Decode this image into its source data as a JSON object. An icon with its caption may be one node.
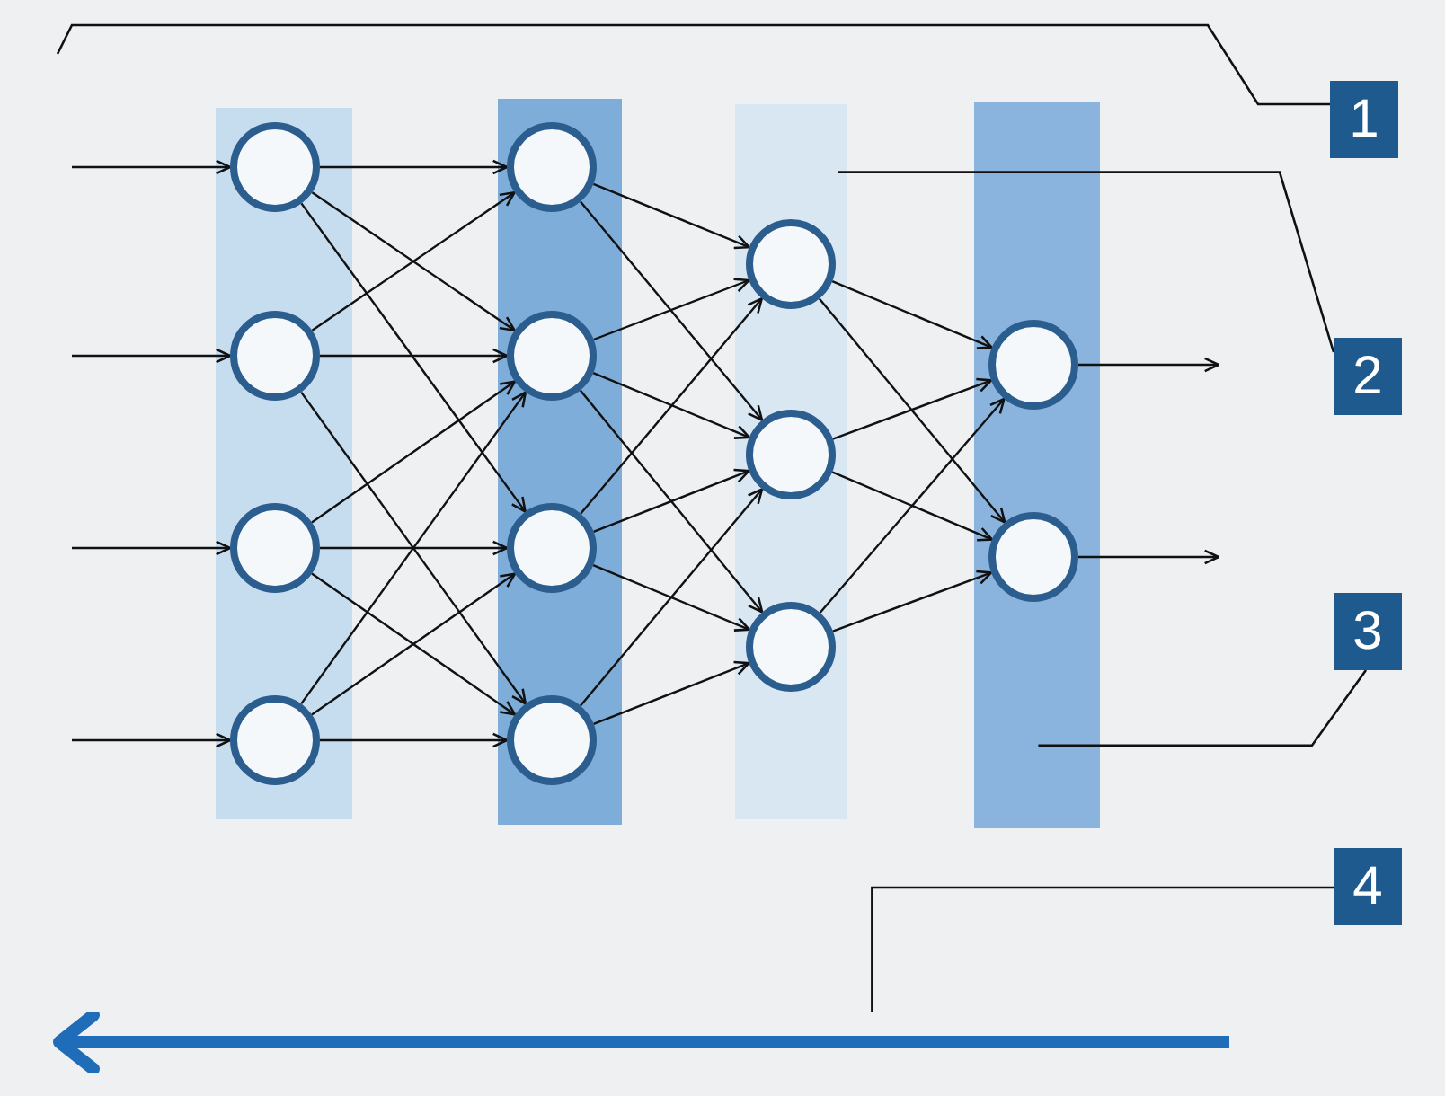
{
  "diagram": {
    "nodes": [
      {
        "text": [],
        "shape": "bar"
      },
      {
        "text": [],
        "shape": "circle",
        "in": 0
      },
      {
        "text": [],
        "shape": "circle",
        "in": 0
      },
      {
        "text": [],
        "shape": "circle",
        "in": 0
      },
      {
        "text": [],
        "shape": "circle",
        "in": 0
      },
      {
        "text": [],
        "shape": "bar"
      },
      {
        "text": [],
        "shape": "circle",
        "in": 5
      },
      {
        "text": [],
        "shape": "circle",
        "in": 5
      },
      {
        "text": [],
        "shape": "circle",
        "in": 5
      },
      {
        "text": [],
        "shape": "circle",
        "in": 5
      },
      {
        "text": [],
        "shape": "bar"
      },
      {
        "text": [],
        "shape": "circle",
        "in": 10
      },
      {
        "text": [],
        "shape": "circle",
        "in": 10
      },
      {
        "text": [],
        "shape": "circle",
        "in": 10
      },
      {
        "text": [],
        "shape": "bar"
      },
      {
        "text": [],
        "shape": "circle",
        "in": 14
      },
      {
        "text": [],
        "shape": "circle",
        "in": 14
      },
      {
        "text": [
          "1"
        ]
      },
      {
        "text": [
          "2"
        ]
      },
      {
        "text": [
          "3"
        ]
      },
      {
        "text": [
          "4"
        ]
      },
      {
        "text": [],
        "shape": "arrow"
      }
    ],
    "edges": [
      {
        "from": null,
        "to": 1,
        "arrow": "to"
      },
      {
        "from": null,
        "to": 2,
        "arrow": "to"
      },
      {
        "from": null,
        "to": 3,
        "arrow": "to"
      },
      {
        "from": null,
        "to": 4,
        "arrow": "to"
      },
      {
        "from": 1,
        "to": 6,
        "arrow": "to"
      },
      {
        "from": 1,
        "to": 7,
        "arrow": "to"
      },
      {
        "from": 1,
        "to": 8,
        "arrow": "to"
      },
      {
        "from": 2,
        "to": 6,
        "arrow": "to"
      },
      {
        "from": 2,
        "to": 7,
        "arrow": "to"
      },
      {
        "from": 2,
        "to": 9,
        "arrow": "to"
      },
      {
        "from": 3,
        "to": 7,
        "arrow": "to"
      },
      {
        "from": 3,
        "to": 8,
        "arrow": "to"
      },
      {
        "from": 3,
        "to": 9,
        "arrow": "to"
      },
      {
        "from": 4,
        "to": 7,
        "arrow": "to"
      },
      {
        "from": 4,
        "to": 8,
        "arrow": "to"
      },
      {
        "from": 4,
        "to": 9,
        "arrow": "to"
      },
      {
        "from": 6,
        "to": 11,
        "arrow": "to"
      },
      {
        "from": 6,
        "to": 12,
        "arrow": "to"
      },
      {
        "from": 7,
        "to": 11,
        "arrow": "to"
      },
      {
        "from": 7,
        "to": 12,
        "arrow": "to"
      },
      {
        "from": 7,
        "to": 13,
        "arrow": "to"
      },
      {
        "from": 8,
        "to": 11,
        "arrow": "to"
      },
      {
        "from": 8,
        "to": 12,
        "arrow": "to"
      },
      {
        "from": 8,
        "to": 13,
        "arrow": "to"
      },
      {
        "from": 9,
        "to": 12,
        "arrow": "to"
      },
      {
        "from": 9,
        "to": 13,
        "arrow": "to"
      },
      {
        "from": 11,
        "to": 15,
        "arrow": "to"
      },
      {
        "from": 11,
        "to": 16,
        "arrow": "to"
      },
      {
        "from": 12,
        "to": 15,
        "arrow": "to"
      },
      {
        "from": 12,
        "to": 16,
        "arrow": "to"
      },
      {
        "from": 13,
        "to": 15,
        "arrow": "to"
      },
      {
        "from": 13,
        "to": 16,
        "arrow": "to"
      },
      {
        "from": 15,
        "to": null,
        "arrow": "to"
      },
      {
        "from": 16,
        "to": null,
        "arrow": "to"
      },
      {
        "from": 17,
        "to": null,
        "arrow": "none"
      },
      {
        "from": 18,
        "to": 10,
        "arrow": "none"
      },
      {
        "from": 19,
        "to": 14,
        "arrow": "none"
      },
      {
        "from": 20,
        "to": 21,
        "arrow": "none"
      }
    ]
  }
}
